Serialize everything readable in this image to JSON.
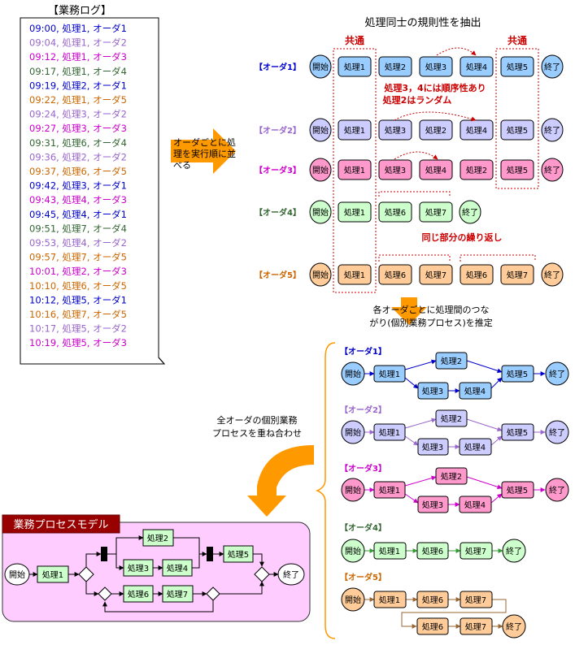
{
  "log": {
    "title": "【業務ログ】",
    "entries": [
      {
        "time": "09:00",
        "task": "処理1",
        "order": "オーダ1",
        "color": "#0000cc"
      },
      {
        "time": "09:04",
        "task": "処理1",
        "order": "オーダ2",
        "color": "#9966cc"
      },
      {
        "time": "09:12",
        "task": "処理1",
        "order": "オーダ3",
        "color": "#cc00cc"
      },
      {
        "time": "09:17",
        "task": "処理1",
        "order": "オーダ4",
        "color": "#336633"
      },
      {
        "time": "09:19",
        "task": "処理2",
        "order": "オーダ1",
        "color": "#0000cc"
      },
      {
        "time": "09:22",
        "task": "処理1",
        "order": "オーダ5",
        "color": "#cc6600"
      },
      {
        "time": "09:24",
        "task": "処理3",
        "order": "オーダ2",
        "color": "#9966cc"
      },
      {
        "time": "09:27",
        "task": "処理3",
        "order": "オーダ3",
        "color": "#cc00cc"
      },
      {
        "time": "09:31",
        "task": "処理6",
        "order": "オーダ4",
        "color": "#336633"
      },
      {
        "time": "09:36",
        "task": "処理2",
        "order": "オーダ2",
        "color": "#9966cc"
      },
      {
        "time": "09:37",
        "task": "処理6",
        "order": "オーダ5",
        "color": "#cc6600"
      },
      {
        "time": "09:42",
        "task": "処理3",
        "order": "オーダ1",
        "color": "#0000cc"
      },
      {
        "time": "09:43",
        "task": "処理4",
        "order": "オーダ3",
        "color": "#cc00cc"
      },
      {
        "time": "09:45",
        "task": "処理4",
        "order": "オーダ1",
        "color": "#0000cc"
      },
      {
        "time": "09:51",
        "task": "処理7",
        "order": "オーダ4",
        "color": "#336633"
      },
      {
        "time": "09:53",
        "task": "処理4",
        "order": "オーダ2",
        "color": "#9966cc"
      },
      {
        "time": "09:57",
        "task": "処理7",
        "order": "オーダ5",
        "color": "#cc6600"
      },
      {
        "time": "10:01",
        "task": "処理2",
        "order": "オーダ3",
        "color": "#cc00cc"
      },
      {
        "time": "10:10",
        "task": "処理6",
        "order": "オーダ5",
        "color": "#cc6600"
      },
      {
        "time": "10:12",
        "task": "処理5",
        "order": "オーダ1",
        "color": "#0000cc"
      },
      {
        "time": "10:16",
        "task": "処理7",
        "order": "オーダ5",
        "color": "#cc6600"
      },
      {
        "time": "10:17",
        "task": "処理5",
        "order": "オーダ2",
        "color": "#9966cc"
      },
      {
        "time": "10:19",
        "task": "処理5",
        "order": "オーダ3",
        "color": "#cc00cc"
      }
    ]
  },
  "step1_label_line1": "オーダごとに処",
  "step1_label_line2": "理を実行順に並",
  "step1_label_line3": "べる",
  "step2_label_line1": "各オーダごとに処理間のつな",
  "step2_label_line2": "がり(個別業務プロセス)を推定",
  "step3_label_line1": "全オーダの個別業務",
  "step3_label_line2": "プロセスを重ね合わせ",
  "regularity": {
    "title": "処理同士の規則性を抽出",
    "common_label": "共通",
    "note_line1": "処理3，4には順序性あり",
    "note_line2": "処理2はランダム",
    "repeat_note": "同じ部分の繰り返し",
    "start": "開始",
    "end": "終了",
    "rows": [
      {
        "label": "【オーダ1】",
        "color": "#0000cc",
        "fill": "#99ccff",
        "tasks": [
          "処理1",
          "処理2",
          "処理3",
          "処理4",
          "処理5"
        ]
      },
      {
        "label": "【オーダ2】",
        "color": "#9966cc",
        "fill": "#ccccff",
        "tasks": [
          "処理1",
          "処理3",
          "処理2",
          "処理4",
          "処理5"
        ]
      },
      {
        "label": "【オーダ3】",
        "color": "#cc00cc",
        "fill": "#ff99cc",
        "tasks": [
          "処理1",
          "処理3",
          "処理4",
          "処理2",
          "処理5"
        ]
      },
      {
        "label": "【オーダ4】",
        "color": "#336633",
        "fill": "#ccffcc",
        "tasks": [
          "処理1",
          "処理6",
          "処理7"
        ]
      },
      {
        "label": "【オーダ5】",
        "color": "#cc6600",
        "fill": "#ffcc99",
        "tasks": [
          "処理1",
          "処理6",
          "処理7",
          "処理6",
          "処理7"
        ]
      }
    ]
  },
  "individual": {
    "o1": "【オーダ1】",
    "o2": "【オーダ2】",
    "o3": "【オーダ3】",
    "o4": "【オーダ4】",
    "o5": "【オーダ5】",
    "t1": "処理1",
    "t2": "処理2",
    "t3": "処理3",
    "t4": "処理4",
    "t5": "処理5",
    "t6": "処理6",
    "t7": "処理7",
    "start": "開始",
    "end": "終了"
  },
  "model": {
    "title": "業務プロセスモデル",
    "t1": "処理1",
    "t2": "処理2",
    "t3": "処理3",
    "t4": "処理4",
    "t5": "処理5",
    "t6": "処理6",
    "t7": "処理7",
    "start": "開始",
    "end": "終了"
  },
  "colors": {
    "accent_red": "#cc0000",
    "arrow_orange": "#ff9900",
    "model_bg": "#ffccff",
    "model_title_bg": "#990000",
    "model_task_fill": "#ccffcc"
  }
}
